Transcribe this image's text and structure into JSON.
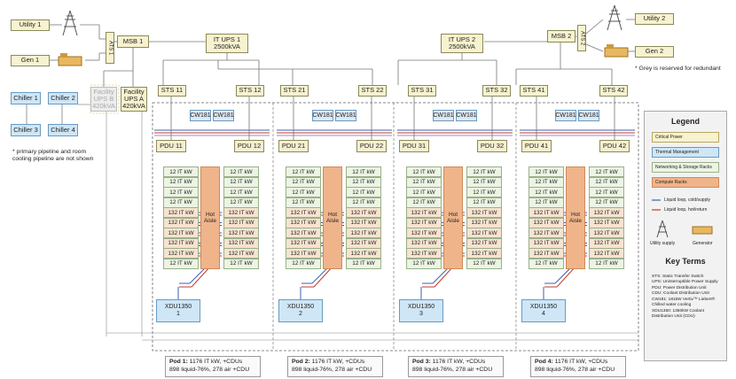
{
  "utility1": "Utility 1",
  "gen1": "Gen 1",
  "utility2": "Utility 2",
  "gen2": "Gen 2",
  "ats1": "ATS 1",
  "ats2": "ATS 2",
  "msb1": "MSB 1",
  "msb2": "MSB 2",
  "itups1": [
    "IT UPS 1",
    "2500kVA"
  ],
  "itups2": [
    "IT UPS 2",
    "2500kVA"
  ],
  "facility_b": [
    "Facility",
    "UPS B",
    "420kVA"
  ],
  "facility_a": [
    "Facility",
    "UPS A",
    "420kVA"
  ],
  "grey_note": "* Grey is reserved for redundant",
  "chillers": [
    "Chiller 1",
    "Chiller 2",
    "Chiller 3",
    "Chiller 4"
  ],
  "pipeline_note": [
    "* primary pipeline and room",
    "cooling pipeline are not shown"
  ],
  "sts": [
    "STS 11",
    "STS 12",
    "STS 21",
    "STS 22",
    "STS 31",
    "STS 32",
    "STS 41",
    "STS 42"
  ],
  "cw": [
    "CW181",
    "CW181"
  ],
  "pdus": [
    "PDU 11",
    "PDU 12",
    "PDU 21",
    "PDU 22",
    "PDU 31",
    "PDU 32",
    "PDU 41",
    "PDU 42"
  ],
  "rack_12": "12 IT kW",
  "rack_132": "132 IT kW",
  "hot_aisle": [
    "Hot",
    "Aisle"
  ],
  "xdu_label": "XDU1350",
  "xdu_nums": [
    "1",
    "2",
    "3",
    "4"
  ],
  "pods": [
    {
      "label": "Pod 1:",
      "line1": "1176 IT kW, +CDUs",
      "line2": "898 liquid-76%, 278 air +CDU"
    },
    {
      "label": "Pod 2:",
      "line1": "1176 IT kW, +CDUs",
      "line2": "898 liquid-76%, 278 air +CDU"
    },
    {
      "label": "Pod 3:",
      "line1": "1176 IT kW, +CDUs",
      "line2": "898 liquid-76%, 278 air +CDU"
    },
    {
      "label": "Pod 4:",
      "line1": "1176 IT kW, +CDUs",
      "line2": "898 liquid-76%, 278 air +CDU"
    }
  ],
  "legend": {
    "title": "Legend",
    "items": [
      "Critical Power",
      "Thermal Management",
      "Networking & Storage Racks",
      "Compute Racks"
    ],
    "lines": [
      "Liquid loop, cold/supply",
      "Liquid loop, hot/return"
    ],
    "utility_supply": "Utility supply",
    "generator": "Generator",
    "key_terms_title": "Key Terms",
    "terms": [
      "STS: Static Transfer Switch",
      "UPS: Uninterruptible Power Supply",
      "PDU: Power Distribution Unit",
      "CDU: Coolant Distribution Unit",
      "CW181: 181kW Vertiv™ Liebert®",
      "Chilled water cooling",
      "XDU1350: 1350kW Coolant",
      "Distribution Unit (CDU)"
    ]
  },
  "colors": {
    "critical": "#f7f2cf",
    "thermal": "#cfe6f6",
    "network": "#ecf4e3",
    "compute": "#f0b48a",
    "cold": "#3a5fb0",
    "hot": "#c0392b"
  }
}
